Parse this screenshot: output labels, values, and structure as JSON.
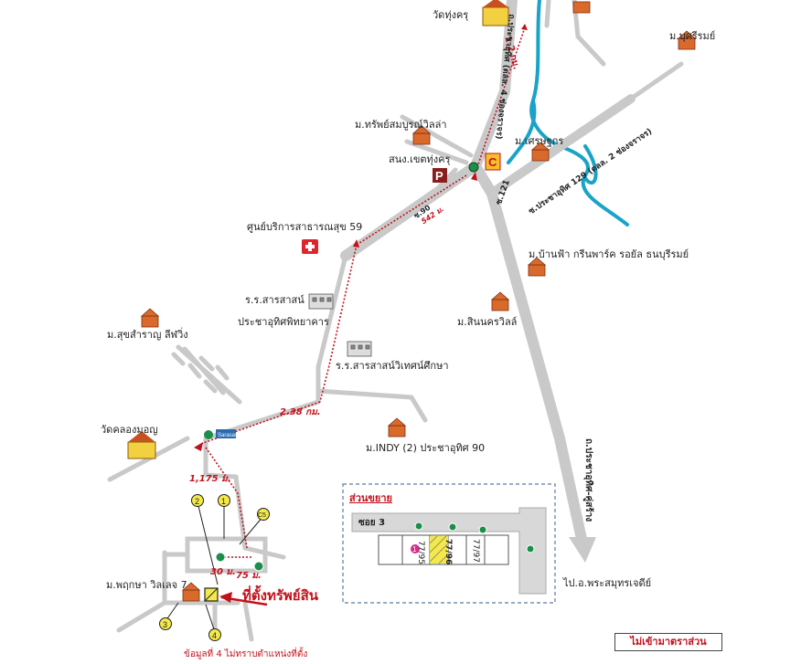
{
  "map": {
    "colors": {
      "road": "#c9c9c9",
      "road_edge": "#a8a8a8",
      "river": "#1aa3c8",
      "route": "#c3111b",
      "marker_yellow": "#f4e84a",
      "hospital": "#e0242d",
      "parking": "#8a1e1e",
      "house": "#c8501e",
      "temple": "#d9a028"
    },
    "labels": {
      "wat_thung_khru": "วัดทุ่งครุ",
      "dist_12km": "1.2 กม.",
      "road_pracha_north": "ถ.ประชาอุทิศ (ตลล. 4 ช่องจราจร)",
      "ban_buriram": "ม.บุศรีรมย์",
      "ban_sap_somboon": "ม.ทรัพย์สมบูรณ์วิลล่า",
      "khet_office": "สนง.เขตทุ่งครุ",
      "ban_setthakorn": "ม.เศรษฐกร",
      "soi_121": "ซ.121",
      "road_129": "ซ.ประชาอุทิศ 129 (ตลล. 2 ช่องจราจร)",
      "soi_90": "ซ.90",
      "dist_542m": "542 ม.",
      "health_center": "ศูนย์บริการสาธารณสุข 59",
      "ban_baanfah": "ม.บ้านฟ้า กรีนพาร์ค รอยัล ธนบุรีรมย์",
      "school1_a": "ร.ร.สารสาสน์",
      "school1_b": "ประชาอุทิศพิทยาคาร",
      "ban_sinnakorn": "ม.สินนครวิลล์",
      "ban_suksamran": "ม.สุขสำราญ ลีฬวิ่ง",
      "school2": "ร.ร.สารสาสน์วิเทศน์ศึกษา",
      "dist_238km": "2.38 กม.",
      "wat_khlong_mon": "วัดคลองมอญ",
      "ban_indy": "ม.INDY (2) ประชาอุทิศ 90",
      "dist_1175m": "1,175 ม.",
      "dist_30m": "30 ม.",
      "dist_75m": "75 ม.",
      "ban_pruksa": "ม.พฤกษา วิลเลจ 7",
      "property_location": "ที่ตั้งทรัพย์สิน",
      "note_4": "ข้อมูลที่ 4 ไม่ทราบตำแหน่งที่ตั้ง",
      "road_pracha_south": "ถ.ประชาอุทิศ-คู่สร้าง",
      "to_samut": "ไป.อ.พระสมุทรเจดีย์",
      "disclaimer": "ไม่เข้ามาตราส่วน",
      "parking_letter": "P",
      "store_letter": "C",
      "school_sign": "Sarasas"
    },
    "inset": {
      "title": "ส่วนขยาย",
      "soi": "ซอย 3",
      "lot_1": "77/95",
      "lot_2": "77/96",
      "lot_3": "77/97",
      "pin": "1"
    },
    "comparables": [
      "1",
      "2",
      "3",
      "4",
      "C5"
    ]
  }
}
